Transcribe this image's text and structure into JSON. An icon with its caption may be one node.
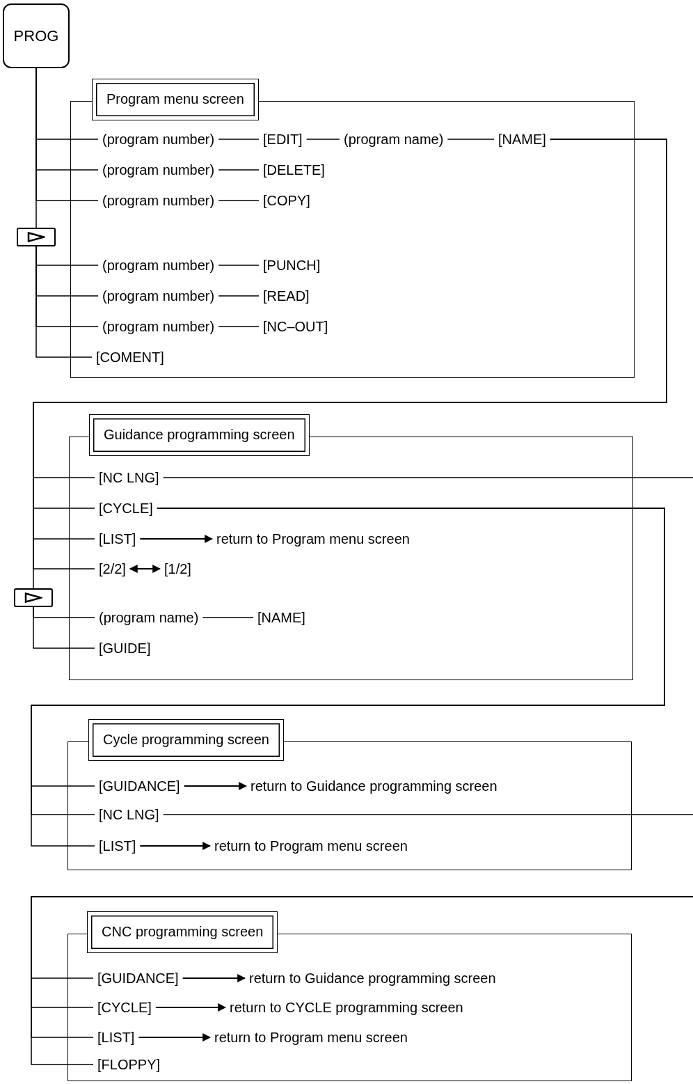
{
  "diagram": {
    "nodes": [
      {
        "text": [
          "PROG"
        ]
      },
      {
        "text": [
          "Program menu screen"
        ]
      },
      {
        "text": [
          "(program number)"
        ],
        "in": 1
      },
      {
        "text": [
          "[EDIT]"
        ],
        "in": 1
      },
      {
        "text": [
          "(program name)"
        ],
        "in": 1
      },
      {
        "text": [
          "[NAME]"
        ],
        "in": 1
      },
      {
        "text": [
          "(program number)"
        ],
        "in": 1
      },
      {
        "text": [
          "[DELETE]"
        ],
        "in": 1
      },
      {
        "text": [
          "(program number)"
        ],
        "in": 1
      },
      {
        "text": [
          "[COPY]"
        ],
        "in": 1
      },
      {
        "text": [],
        "shape": "box"
      },
      {
        "text": [
          "(program number)"
        ],
        "in": 1
      },
      {
        "text": [
          "[PUNCH]"
        ],
        "in": 1
      },
      {
        "text": [
          "(program number)"
        ],
        "in": 1
      },
      {
        "text": [
          "[READ]"
        ],
        "in": 1
      },
      {
        "text": [
          "(program number)"
        ],
        "in": 1
      },
      {
        "text": [
          "[NC–OUT]"
        ],
        "in": 1
      },
      {
        "text": [
          "[COMENT]"
        ],
        "in": 1
      },
      {
        "text": [
          "Guidance programming screen"
        ]
      },
      {
        "text": [
          "[NC LNG]"
        ],
        "in": 18
      },
      {
        "text": [
          "[CYCLE]"
        ],
        "in": 18
      },
      {
        "text": [
          "[LIST]"
        ],
        "in": 18
      },
      {
        "text": [
          "return to Program menu screen"
        ],
        "in": 18
      },
      {
        "text": [
          "[2/2]"
        ],
        "in": 18
      },
      {
        "text": [
          "[1/2]"
        ],
        "in": 18
      },
      {
        "text": [],
        "shape": "box"
      },
      {
        "text": [
          "(program name)"
        ],
        "in": 18
      },
      {
        "text": [
          "[NAME]"
        ],
        "in": 18
      },
      {
        "text": [
          "[GUIDE]"
        ],
        "in": 18
      },
      {
        "text": [
          "Cycle programming screen"
        ]
      },
      {
        "text": [
          "[GUIDANCE]"
        ],
        "in": 29
      },
      {
        "text": [
          "return to Guidance programming screen"
        ],
        "in": 29
      },
      {
        "text": [
          "[NC LNG]"
        ],
        "in": 29
      },
      {
        "text": [
          "[LIST]"
        ],
        "in": 29
      },
      {
        "text": [
          "return to Program menu screen"
        ],
        "in": 29
      },
      {
        "text": [
          "CNC programming screen"
        ]
      },
      {
        "text": [
          "[GUIDANCE]"
        ],
        "in": 35
      },
      {
        "text": [
          "return to Guidance programming screen"
        ],
        "in": 35
      },
      {
        "text": [
          "[CYCLE]"
        ],
        "in": 35
      },
      {
        "text": [
          "return to CYCLE programming screen"
        ],
        "in": 35
      },
      {
        "text": [
          "[LIST]"
        ],
        "in": 35
      },
      {
        "text": [
          "return to Program menu screen"
        ],
        "in": 35
      },
      {
        "text": [
          "[FLOPPY]"
        ],
        "in": 35
      }
    ],
    "edges": [
      {
        "from": 0,
        "to": 2,
        "arrow": "none"
      },
      {
        "from": 0,
        "to": 6,
        "arrow": "none"
      },
      {
        "from": 0,
        "to": 8,
        "arrow": "none"
      },
      {
        "from": 0,
        "to": 10,
        "arrow": "none"
      },
      {
        "from": 10,
        "to": 11,
        "arrow": "none"
      },
      {
        "from": 10,
        "to": 13,
        "arrow": "none"
      },
      {
        "from": 10,
        "to": 15,
        "arrow": "none"
      },
      {
        "from": 10,
        "to": 17,
        "arrow": "none"
      },
      {
        "from": 2,
        "to": 3,
        "arrow": "none"
      },
      {
        "from": 3,
        "to": 4,
        "arrow": "none"
      },
      {
        "from": 4,
        "to": 5,
        "arrow": "none"
      },
      {
        "from": 6,
        "to": 7,
        "arrow": "none"
      },
      {
        "from": 8,
        "to": 9,
        "arrow": "none"
      },
      {
        "from": 11,
        "to": 12,
        "arrow": "none"
      },
      {
        "from": 13,
        "to": 14,
        "arrow": "none"
      },
      {
        "from": 15,
        "to": 16,
        "arrow": "none"
      },
      {
        "from": 5,
        "to": 19,
        "arrow": "none"
      },
      {
        "from": 5,
        "to": 20,
        "arrow": "none"
      },
      {
        "from": 5,
        "to": 21,
        "arrow": "none"
      },
      {
        "from": 5,
        "to": 23,
        "arrow": "none"
      },
      {
        "from": 5,
        "to": 25,
        "arrow": "none"
      },
      {
        "from": 25,
        "to": 26,
        "arrow": "none"
      },
      {
        "from": 25,
        "to": 28,
        "arrow": "none"
      },
      {
        "from": 21,
        "to": 22,
        "arrow": "to"
      },
      {
        "from": 23,
        "to": 24,
        "arrow": "both"
      },
      {
        "from": 26,
        "to": 27,
        "arrow": "none"
      },
      {
        "from": 19,
        "to": null,
        "arrow": "none"
      },
      {
        "from": 20,
        "to": 30,
        "arrow": "none"
      },
      {
        "from": 20,
        "to": 32,
        "arrow": "none"
      },
      {
        "from": 20,
        "to": 33,
        "arrow": "none"
      },
      {
        "from": 30,
        "to": 31,
        "arrow": "to"
      },
      {
        "from": 32,
        "to": null,
        "arrow": "none"
      },
      {
        "from": 33,
        "to": 34,
        "arrow": "to"
      },
      {
        "from": null,
        "to": 36,
        "arrow": "none"
      },
      {
        "from": null,
        "to": 38,
        "arrow": "none"
      },
      {
        "from": null,
        "to": 40,
        "arrow": "none"
      },
      {
        "from": null,
        "to": 42,
        "arrow": "none"
      },
      {
        "from": 36,
        "to": 37,
        "arrow": "to"
      },
      {
        "from": 38,
        "to": 39,
        "arrow": "to"
      },
      {
        "from": 40,
        "to": 41,
        "arrow": "to"
      }
    ]
  }
}
